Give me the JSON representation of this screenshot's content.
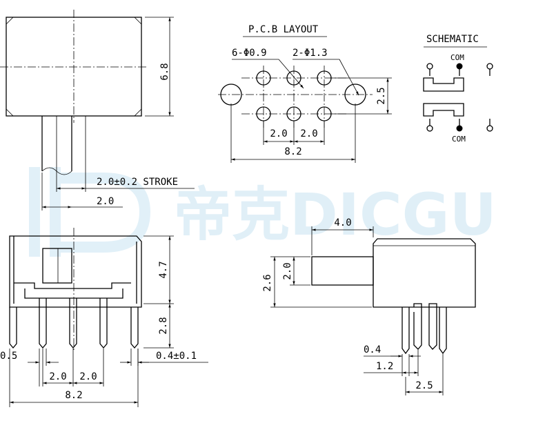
{
  "watermark": {
    "text": "帝克DICGU"
  },
  "top_view": {
    "dim_height": "6.8",
    "dim_stroke": "2.0±0.2 STROKE",
    "dim_actuator_width": "2.0"
  },
  "pcb_layout": {
    "title": "P.C.B LAYOUT",
    "hole_small": "6-Φ0.9",
    "hole_large": "2-Φ1.3",
    "dim_row_pitch": "2.5",
    "dim_pitch_a": "2.0",
    "dim_pitch_b": "2.0",
    "dim_span": "8.2"
  },
  "schematic": {
    "title": "SCHEMATIC",
    "com_top": "COM",
    "com_bottom": "COM"
  },
  "front_view": {
    "dim_body_height": "4.7",
    "dim_pin_length": "2.8",
    "dim_edge": "0.5",
    "dim_pin_thickness": "0.4±0.1",
    "dim_pitch_a": "2.0",
    "dim_pitch_b": "2.0",
    "dim_width": "8.2"
  },
  "side_view": {
    "dim_actuator_length": "4.0",
    "dim_actuator_height": "2.0",
    "dim_offset": "2.6",
    "dim_pin_width": "0.4",
    "dim_pin_span": "1.2",
    "dim_leg_span": "2.5"
  }
}
